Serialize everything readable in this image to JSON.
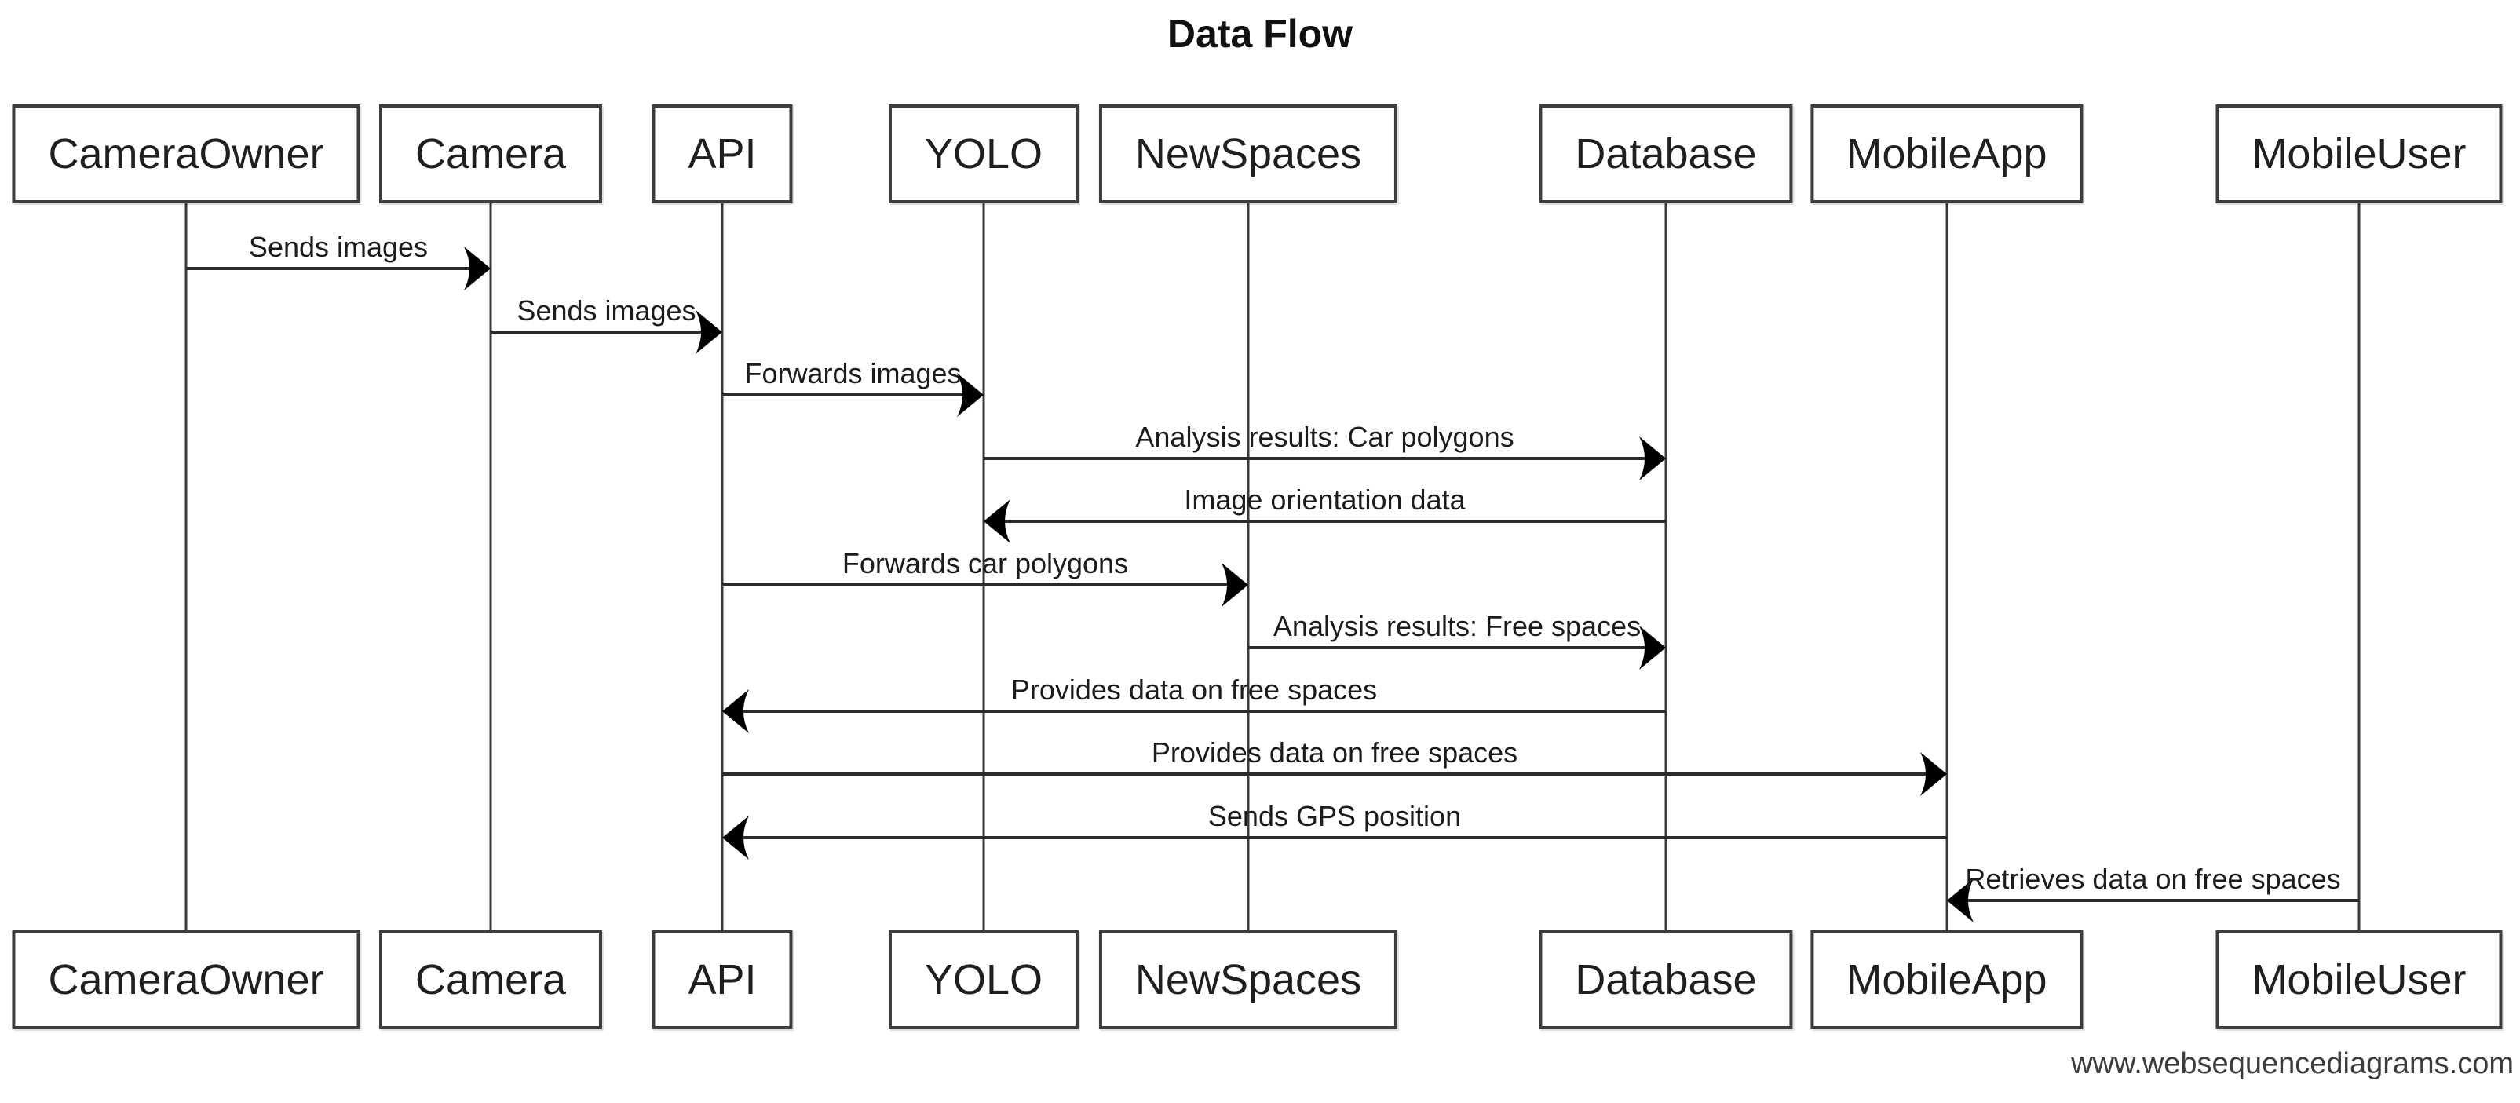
{
  "title": "Data Flow",
  "footer": "www.websequencediagrams.com",
  "actors": [
    "CameraOwner",
    "Camera",
    "API",
    "YOLO",
    "NewSpaces",
    "Database",
    "MobileApp",
    "MobileUser"
  ],
  "messages": [
    {
      "from": "CameraOwner",
      "to": "Camera",
      "label": "Sends images"
    },
    {
      "from": "Camera",
      "to": "API",
      "label": "Sends images"
    },
    {
      "from": "API",
      "to": "YOLO",
      "label": "Forwards images"
    },
    {
      "from": "YOLO",
      "to": "Database",
      "label": "Analysis results: Car polygons"
    },
    {
      "from": "Database",
      "to": "YOLO",
      "label": "Image orientation data"
    },
    {
      "from": "API",
      "to": "NewSpaces",
      "label": "Forwards car polygons"
    },
    {
      "from": "NewSpaces",
      "to": "Database",
      "label": "Analysis results: Free spaces"
    },
    {
      "from": "Database",
      "to": "API",
      "label": "Provides data on free spaces"
    },
    {
      "from": "API",
      "to": "MobileApp",
      "label": "Provides data on free spaces"
    },
    {
      "from": "MobileApp",
      "to": "API",
      "label": "Sends GPS position"
    },
    {
      "from": "MobileUser",
      "to": "MobileApp",
      "label": "Retrieves data on free spaces"
    }
  ],
  "colors": {
    "message_line": "#2b2b2b",
    "lifeline": "#3a3a3a",
    "box_border": "#3d3d3d",
    "text": "#1c1c1c",
    "background": "#ffffff"
  }
}
